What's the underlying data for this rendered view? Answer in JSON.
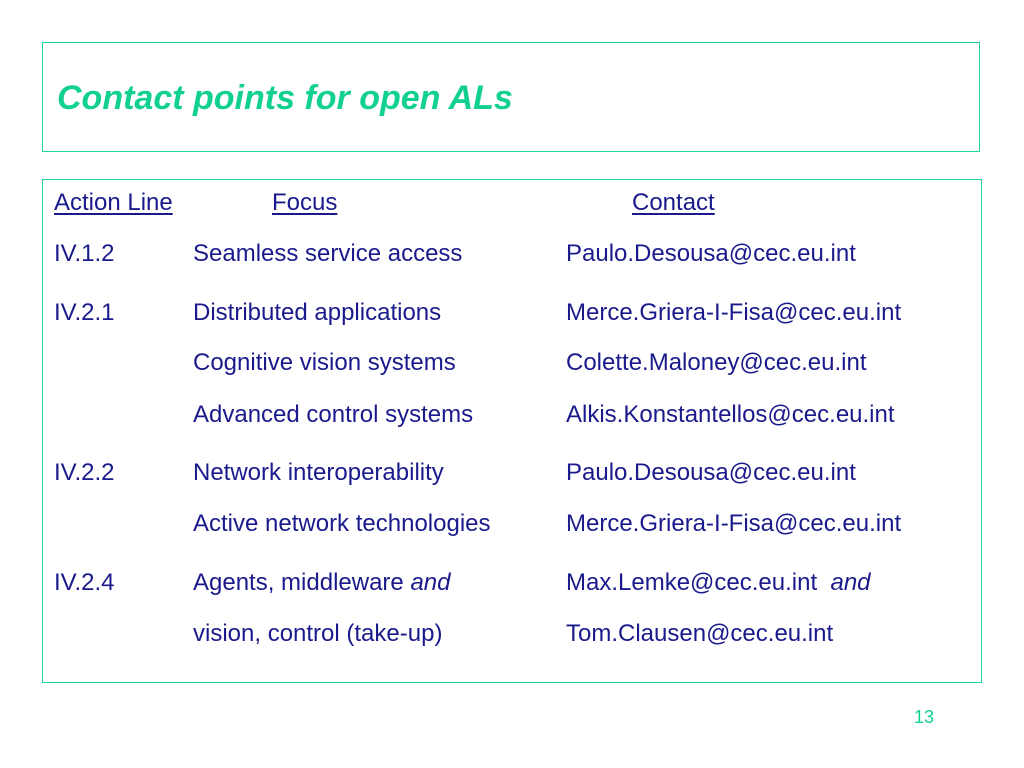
{
  "slide": {
    "title": "Contact points for open ALs",
    "page_number": "13"
  },
  "table": {
    "headers": {
      "action_line": "Action Line",
      "focus": "Focus",
      "contact": "Contact"
    },
    "rows": [
      {
        "action_line": "IV.1.2",
        "focus": "Seamless service access",
        "contact": "Paulo.Desousa@cec.eu.int"
      },
      {
        "action_line": "IV.2.1",
        "focus": "Distributed applications",
        "contact": "Merce.Griera-I-Fisa@cec.eu.int"
      },
      {
        "action_line": "",
        "focus": "Cognitive vision systems",
        "contact": "Colette.Maloney@cec.eu.int"
      },
      {
        "action_line": "",
        "focus": "Advanced control systems",
        "contact": "Alkis.Konstantellos@cec.eu.int"
      },
      {
        "action_line": "IV.2.2",
        "focus": "Network interoperability",
        "contact": "Paulo.Desousa@cec.eu.int"
      },
      {
        "action_line": "",
        "focus": "Active network technologies",
        "contact": "Merce.Griera-I-Fisa@cec.eu.int"
      },
      {
        "action_line": "IV.2.4",
        "focus": "Agents, middleware",
        "focus_emphasis": "and",
        "contact": "Max.Lemke@cec.eu.int",
        "contact_emphasis": "and"
      },
      {
        "action_line": "",
        "focus": "vision, control (take-up)",
        "contact": "Tom.Clausen@cec.eu.int"
      }
    ]
  }
}
